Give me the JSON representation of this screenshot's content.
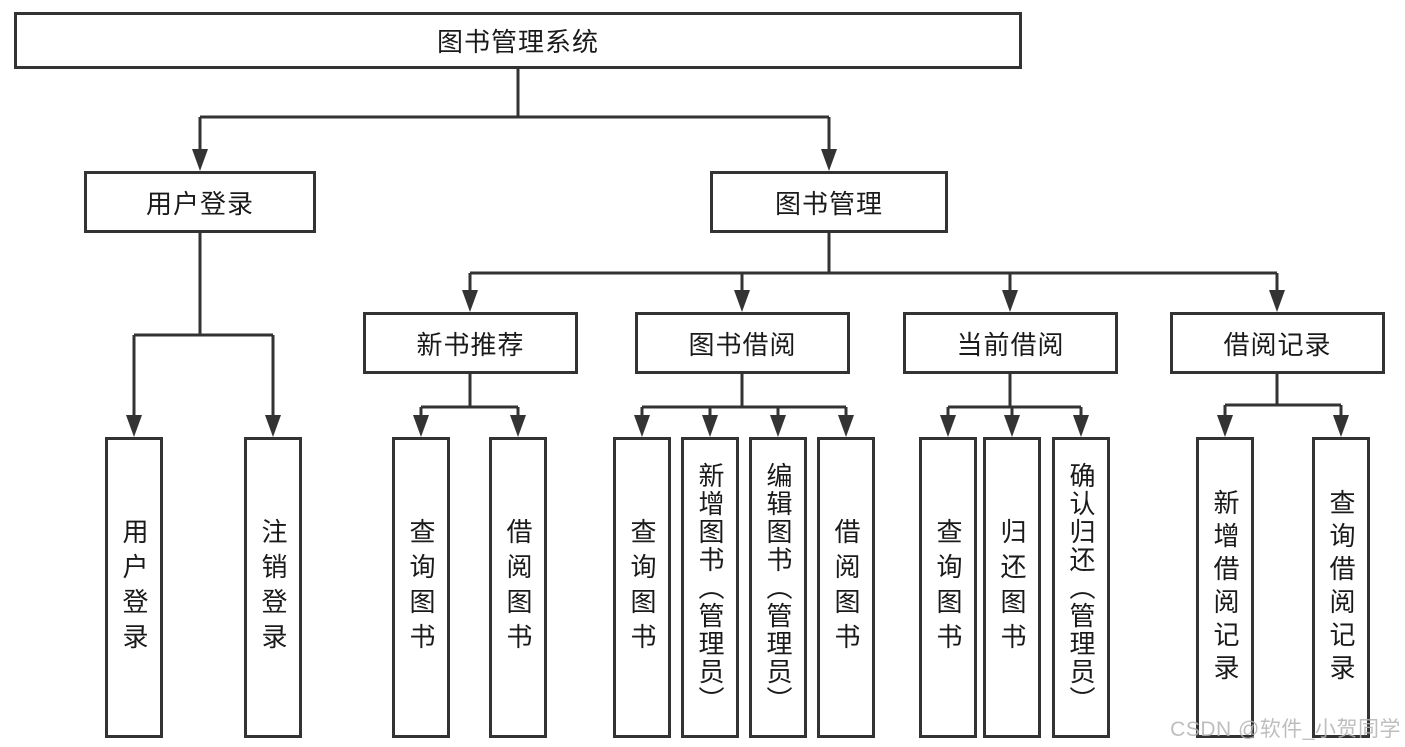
{
  "diagram": {
    "root": {
      "label": "图书管理系统"
    },
    "level2": [
      {
        "label": "用户登录",
        "children": [
          {
            "label": "用户登录"
          },
          {
            "label": "注销登录"
          }
        ]
      },
      {
        "label": "图书管理"
      }
    ],
    "level3": [
      {
        "label": "新书推荐",
        "children": [
          {
            "label": "查询图书"
          },
          {
            "label": "借阅图书"
          }
        ]
      },
      {
        "label": "图书借阅",
        "children": [
          {
            "label": "查询图书"
          },
          {
            "label": "新增图书（管理员）"
          },
          {
            "label": "编辑图书（管理员）"
          },
          {
            "label": "借阅图书"
          }
        ]
      },
      {
        "label": "当前借阅",
        "children": [
          {
            "label": "查询图书"
          },
          {
            "label": "归还图书"
          },
          {
            "label": "确认归还（管理员）"
          }
        ]
      },
      {
        "label": "借阅记录",
        "children": [
          {
            "label": "新增借阅记录"
          },
          {
            "label": "查询借阅记录"
          }
        ]
      }
    ]
  },
  "watermark": "CSDN @软件_小贺同学",
  "colors": {
    "line": "#333333",
    "text": "#1a1a1a",
    "background": "#ffffff",
    "watermark": "#b3b3b3"
  }
}
